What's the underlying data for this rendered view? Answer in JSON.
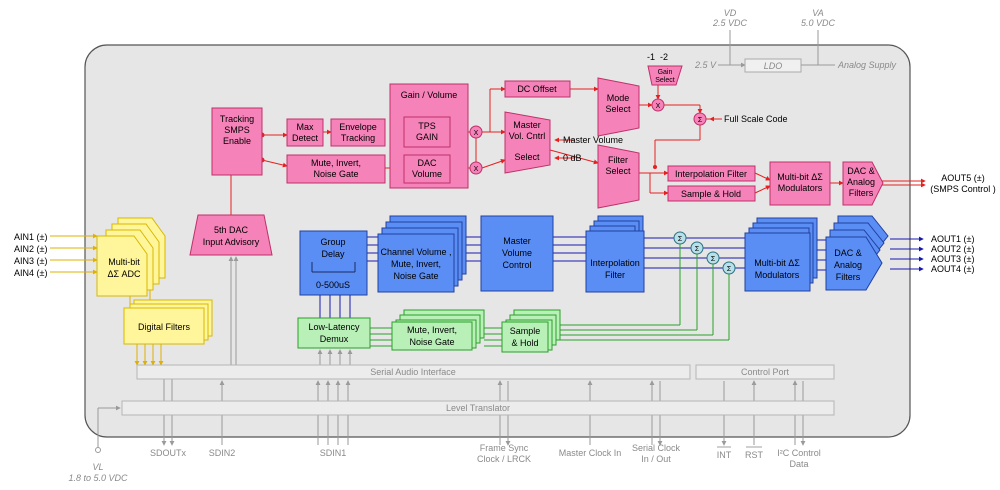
{
  "supplies": {
    "vd_name": "VD",
    "vd_value": "2.5 VDC",
    "va_name": "VA",
    "va_value": "5.0 VDC",
    "v25": "2.5 V",
    "ldo": "LDO",
    "analog_supply": "Analog Supply"
  },
  "pink": {
    "tracking": [
      "Tracking",
      "SMPS",
      "Enable"
    ],
    "max_detect": [
      "Max",
      "Detect"
    ],
    "envelope": [
      "Envelope",
      "Tracking"
    ],
    "gain_volume": "Gain / Volume",
    "tps_gain": [
      "TPS",
      "GAIN"
    ],
    "mute": [
      "Mute, Invert,",
      "Noise Gate"
    ],
    "dac_volume": [
      "DAC",
      "Volume"
    ],
    "dc_offset": "DC Offset",
    "master_vol": [
      "Master",
      "Vol. Cntrl"
    ],
    "select": "Select",
    "master_volume_label": "Master Volume",
    "zero_db": "0 dB",
    "mode_select": [
      "Mode",
      "Select"
    ],
    "gain_select": [
      "Gain",
      "Select"
    ],
    "minus1": "-1",
    "minus2": "-2",
    "full_scale": "Full Scale Code",
    "filter_select": [
      "Filter",
      "Select"
    ],
    "interp_filter": "Interpolation Filter",
    "sample_hold": "Sample  & Hold",
    "multibit_mod": [
      "Multi-bit ΔΣ",
      "Modulators"
    ],
    "dac_analog": [
      "DAC &",
      "Analog",
      "Filters"
    ],
    "dac_advisory": [
      "5th DAC",
      "Input Advisory"
    ],
    "aout5": [
      "AOUT5 (±)",
      "(SMPS Control )"
    ]
  },
  "inputs": [
    "AIN1 (±)",
    "AIN2 (±)",
    "AIN3 (±)",
    "AIN4 (±)"
  ],
  "yellow": {
    "adc": [
      "Multi-bit",
      "ΔΣ ADC"
    ],
    "digital_filters": "Digital Filters"
  },
  "blue": {
    "group_delay": [
      "Group",
      "Delay"
    ],
    "delay_range": "0-500uS",
    "channel_volume": [
      "Channel Volume ,",
      "Mute, Invert,",
      "Noise Gate"
    ],
    "master_volume": [
      "Master",
      "Volume",
      "Control"
    ],
    "interp_filter": [
      "Interpolation",
      "Filter"
    ],
    "multibit_mod": [
      "Multi-bit ΔΣ",
      "Modulators"
    ],
    "dac_analog": [
      "DAC &",
      "Analog",
      "Filters"
    ]
  },
  "outputs": [
    "AOUT1 (±)",
    "AOUT2 (±)",
    "AOUT3 (±)",
    "AOUT4 (±)"
  ],
  "green": {
    "low_latency": [
      "Low-Latency",
      "Demux"
    ],
    "mute": [
      "Mute, Invert,",
      "Noise Gate"
    ],
    "sample_hold": [
      "Sample",
      "& Hold"
    ]
  },
  "bars": {
    "serial_audio": "Serial Audio Interface",
    "control_port": "Control Port",
    "level_translator": "Level Translator"
  },
  "pins": {
    "vl_name": "VL",
    "vl_range": "1.8  to 5.0 VDC",
    "sdoutx": "SDOUTx",
    "sdin2": "SDIN2",
    "sdin1": "SDIN1",
    "frame_sync": [
      "Frame Sync",
      "Clock / LRCK"
    ],
    "master_clock": "Master Clock In",
    "serial_clock": [
      "Serial Clock",
      "In / Out"
    ],
    "int": "INT",
    "rst": "RST",
    "i2c": [
      "I²C Control",
      "Data"
    ]
  },
  "sigma": "Σ",
  "times": "X"
}
